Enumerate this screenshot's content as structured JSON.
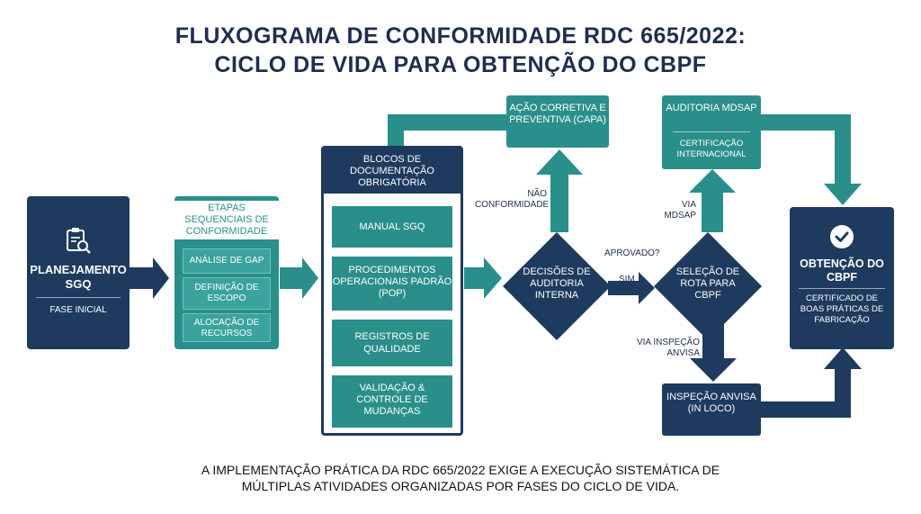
{
  "title": {
    "line1": "FLUXOGRAMA DE CONFORMIDADE RDC 665/2022:",
    "line2": "CICLO DE VIDA PARA OBTENÇÃO DO CBPF"
  },
  "planejamento": {
    "title": "PLANEJAMENTO SGQ",
    "subtitle": "FASE INICIAL",
    "icon": "clipboard-search-icon"
  },
  "etapas": {
    "title": "ETAPAS SEQUENCIAIS DE CONFORMIDADE",
    "items": [
      "ANÁLISE DE GAP",
      "DEFINIÇÃO DE ESCOPO",
      "ALOCAÇÃO DE RECURSOS"
    ]
  },
  "blocos": {
    "title": "BLOCOS DE DOCUMENTAÇÃO OBRIGATÓRIA",
    "items": [
      "MANUAL SGQ",
      "PROCEDIMENTOS OPERACIONAIS PADRÃO (POP)",
      "REGISTROS DE QUALIDADE",
      "VALIDAÇÃO & CONTROLE DE MUDANÇAS"
    ]
  },
  "decisoes": {
    "label": "DECISÕES DE AUDITORIA INTERNA"
  },
  "capa": {
    "label": "AÇÃO CORRETIVA E PREVENTIVA (CAPA)"
  },
  "nao_conformidade": "NÃO CONFORMIDADE",
  "aprovado": "APROVADO?",
  "sim": "SIM",
  "selecao": {
    "label": "SELEÇÃO DE ROTA PARA CBPF"
  },
  "via_mdsap": "VIA MDSAP",
  "via_inspecao": "VIA INSPEÇÃO ANVISA",
  "mdsap": {
    "title": "AUDITORIA MDSAP",
    "subtitle": "CERTIFICAÇÃO INTERNACIONAL"
  },
  "anvisa": {
    "label": "INSPEÇÃO ANVISA (IN LOCO)"
  },
  "cbpf": {
    "title": "OBTENÇÃO DO CBPF",
    "subtitle": "CERTIFICADO DE BOAS PRÁTICAS DE FABRICAÇÃO",
    "icon": "check-circle-icon"
  },
  "caption": {
    "line1": "A IMPLEMENTAÇÃO PRÁTICA DA RDC 665/2022 EXIGE A EXECUÇÃO SISTEMÁTICA DE",
    "line2": "MÚLTIPLAS ATIVIDADES ORGANIZADAS POR FASES DO CICLO DE VIDA."
  },
  "colors": {
    "navy": "#1f3a5f",
    "teal": "#2a8f8a",
    "teal_light": "#3aa39d"
  }
}
